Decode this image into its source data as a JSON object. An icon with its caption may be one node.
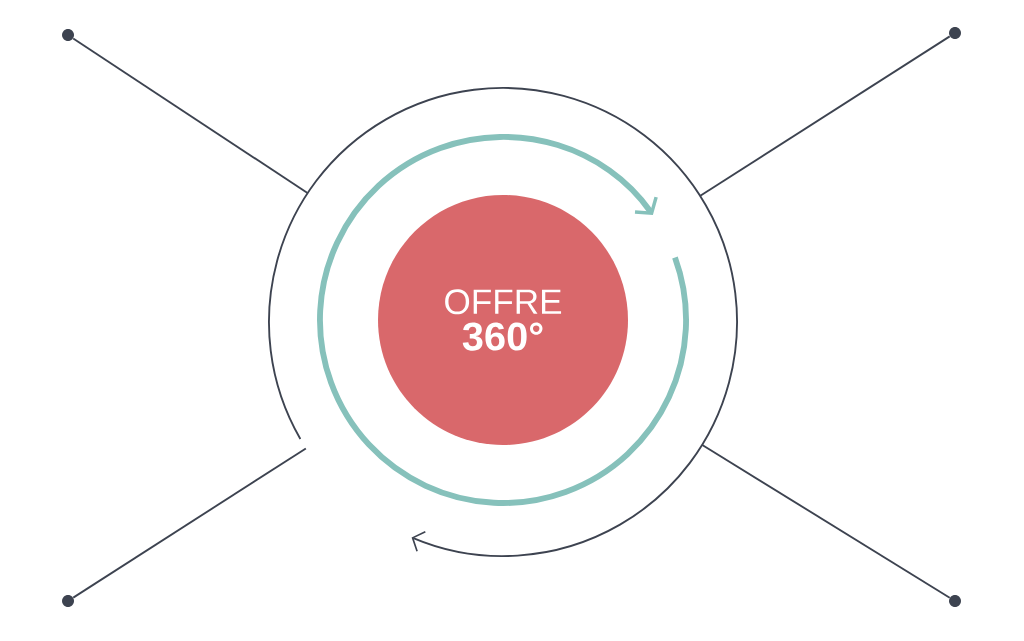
{
  "diagram": {
    "nodes": [
      {
        "text": [],
        "shape": "circle"
      },
      {
        "text": [
          "OFFRE",
          "360°"
        ],
        "in": 0
      },
      {
        "text": [],
        "shape": "circle"
      },
      {
        "text": [],
        "shape": "circle"
      },
      {
        "text": [],
        "shape": "circle"
      },
      {
        "text": [],
        "shape": "circle"
      }
    ],
    "edges": [
      {
        "from": 2,
        "to": 0,
        "arrow": "none"
      },
      {
        "from": 3,
        "to": 0,
        "arrow": "none"
      },
      {
        "from": 4,
        "to": 0,
        "arrow": "none"
      },
      {
        "from": 5,
        "to": 0,
        "arrow": "none"
      }
    ]
  }
}
